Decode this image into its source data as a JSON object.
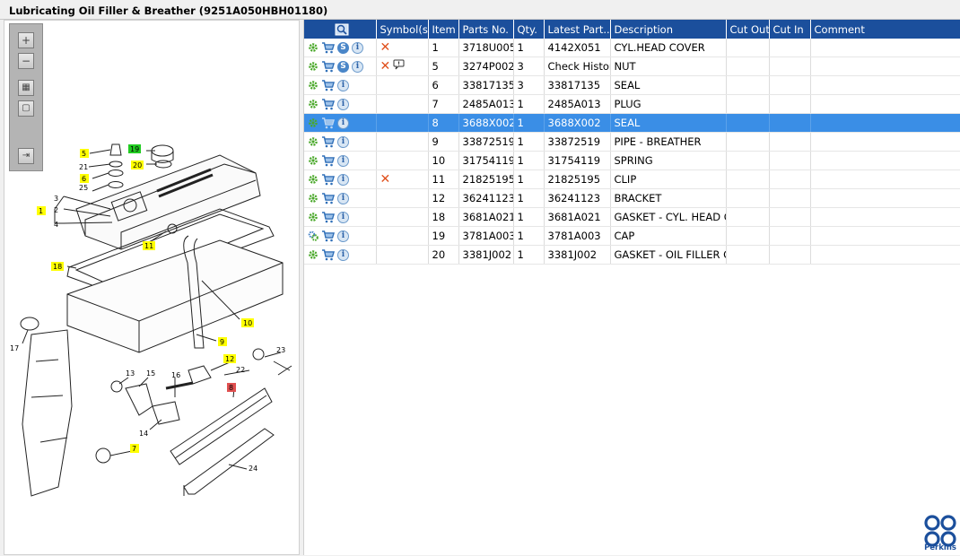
{
  "window": {
    "title": "Lubricating Oil Filler & Breather (9251A050HBH01180)"
  },
  "diagram": {
    "callouts": [
      {
        "label": "5",
        "highlight": true,
        "color": "#ffff00"
      },
      {
        "label": "19",
        "highlight": true,
        "color": "#22cc22"
      },
      {
        "label": "21",
        "highlight": false
      },
      {
        "label": "20",
        "highlight": true,
        "color": "#ffff00"
      },
      {
        "label": "6",
        "highlight": true,
        "color": "#ffff00"
      },
      {
        "label": "25",
        "highlight": false
      },
      {
        "label": "3",
        "highlight": false
      },
      {
        "label": "1",
        "highlight": true,
        "color": "#ffff00"
      },
      {
        "label": "2",
        "highlight": false
      },
      {
        "label": "4",
        "highlight": false
      },
      {
        "label": "11",
        "highlight": true,
        "color": "#ffff00"
      },
      {
        "label": "18",
        "highlight": true,
        "color": "#ffff00"
      },
      {
        "label": "10",
        "highlight": true,
        "color": "#ffff00"
      },
      {
        "label": "9",
        "highlight": true,
        "color": "#ffff00"
      },
      {
        "label": "17",
        "highlight": false
      },
      {
        "label": "23",
        "highlight": false
      },
      {
        "label": "12",
        "highlight": true,
        "color": "#ffff00"
      },
      {
        "label": "22",
        "highlight": false
      },
      {
        "label": "13",
        "highlight": false
      },
      {
        "label": "15",
        "highlight": false
      },
      {
        "label": "16",
        "highlight": false
      },
      {
        "label": "8",
        "highlight": true,
        "color": "#e05050"
      },
      {
        "label": "14",
        "highlight": false
      },
      {
        "label": "7",
        "highlight": true,
        "color": "#ffff00"
      },
      {
        "label": "24",
        "highlight": false
      }
    ]
  },
  "grid": {
    "columns": [
      "",
      "Symbol(s)",
      "Item",
      "Parts No.",
      "Qty.",
      "Latest Part...",
      "Description",
      "Cut Out",
      "Cut In",
      "Comment"
    ],
    "rows": [
      {
        "symbols": [
          "x"
        ],
        "item": "1",
        "part": "3718U005",
        "qty": "1",
        "latest": "4142X051",
        "desc": "CYL.HEAD COVER",
        "cut_out": "",
        "cut_in": "",
        "comment": "",
        "icons": [
          "gear",
          "cart",
          "s",
          "info"
        ],
        "selected": false
      },
      {
        "symbols": [
          "x",
          "bubble"
        ],
        "item": "5",
        "part": "3274P002",
        "qty": "3",
        "latest": "Check History",
        "desc": "NUT",
        "cut_out": "",
        "cut_in": "",
        "comment": "",
        "icons": [
          "gear",
          "cart",
          "s",
          "info"
        ],
        "selected": false
      },
      {
        "symbols": [],
        "item": "6",
        "part": "33817135",
        "qty": "3",
        "latest": "33817135",
        "desc": "SEAL",
        "cut_out": "",
        "cut_in": "",
        "comment": "",
        "icons": [
          "gear",
          "cart",
          "info"
        ],
        "selected": false
      },
      {
        "symbols": [],
        "item": "7",
        "part": "2485A013",
        "qty": "1",
        "latest": "2485A013",
        "desc": "PLUG",
        "cut_out": "",
        "cut_in": "",
        "comment": "",
        "icons": [
          "gear",
          "cart",
          "info"
        ],
        "selected": false
      },
      {
        "symbols": [],
        "item": "8",
        "part": "3688X002",
        "qty": "1",
        "latest": "3688X002",
        "desc": "SEAL",
        "cut_out": "",
        "cut_in": "",
        "comment": "",
        "icons": [
          "gear",
          "cart",
          "info"
        ],
        "selected": true
      },
      {
        "symbols": [],
        "item": "9",
        "part": "33872519",
        "qty": "1",
        "latest": "33872519",
        "desc": "PIPE - BREATHER",
        "cut_out": "",
        "cut_in": "",
        "comment": "",
        "icons": [
          "gear",
          "cart",
          "info"
        ],
        "selected": false
      },
      {
        "symbols": [],
        "item": "10",
        "part": "31754119",
        "qty": "1",
        "latest": "31754119",
        "desc": "SPRING",
        "cut_out": "",
        "cut_in": "",
        "comment": "",
        "icons": [
          "gear",
          "cart",
          "info"
        ],
        "selected": false
      },
      {
        "symbols": [
          "x"
        ],
        "item": "11",
        "part": "21825195",
        "qty": "1",
        "latest": "21825195",
        "desc": "CLIP",
        "cut_out": "",
        "cut_in": "",
        "comment": "",
        "icons": [
          "gear",
          "cart",
          "info"
        ],
        "selected": false
      },
      {
        "symbols": [],
        "item": "12",
        "part": "36241123",
        "qty": "1",
        "latest": "36241123",
        "desc": "BRACKET",
        "cut_out": "",
        "cut_in": "",
        "comment": "",
        "icons": [
          "gear",
          "cart",
          "info"
        ],
        "selected": false
      },
      {
        "symbols": [],
        "item": "18",
        "part": "3681A021",
        "qty": "1",
        "latest": "3681A021",
        "desc": "GASKET - CYL. HEAD COV",
        "cut_out": "",
        "cut_in": "",
        "comment": "",
        "icons": [
          "gear",
          "cart",
          "info"
        ],
        "selected": false
      },
      {
        "symbols": [],
        "item": "19",
        "part": "3781A003",
        "qty": "1",
        "latest": "3781A003",
        "desc": "CAP",
        "cut_out": "",
        "cut_in": "",
        "comment": "",
        "icons": [
          "gears",
          "cart",
          "info"
        ],
        "selected": false
      },
      {
        "symbols": [],
        "item": "20",
        "part": "3381J002",
        "qty": "1",
        "latest": "3381J002",
        "desc": "GASKET - OIL FILLER CAP",
        "cut_out": "",
        "cut_in": "",
        "comment": "",
        "icons": [
          "gear",
          "cart",
          "info"
        ],
        "selected": false
      }
    ]
  },
  "brand": {
    "name": "Perkins",
    "color": "#1b4f9c"
  },
  "colors": {
    "header": "#1b4f9c",
    "selection": "#3a8ee6",
    "gear": "#4aa82a",
    "cart": "#2f6fb8",
    "symbol_x": "#e0501c"
  }
}
